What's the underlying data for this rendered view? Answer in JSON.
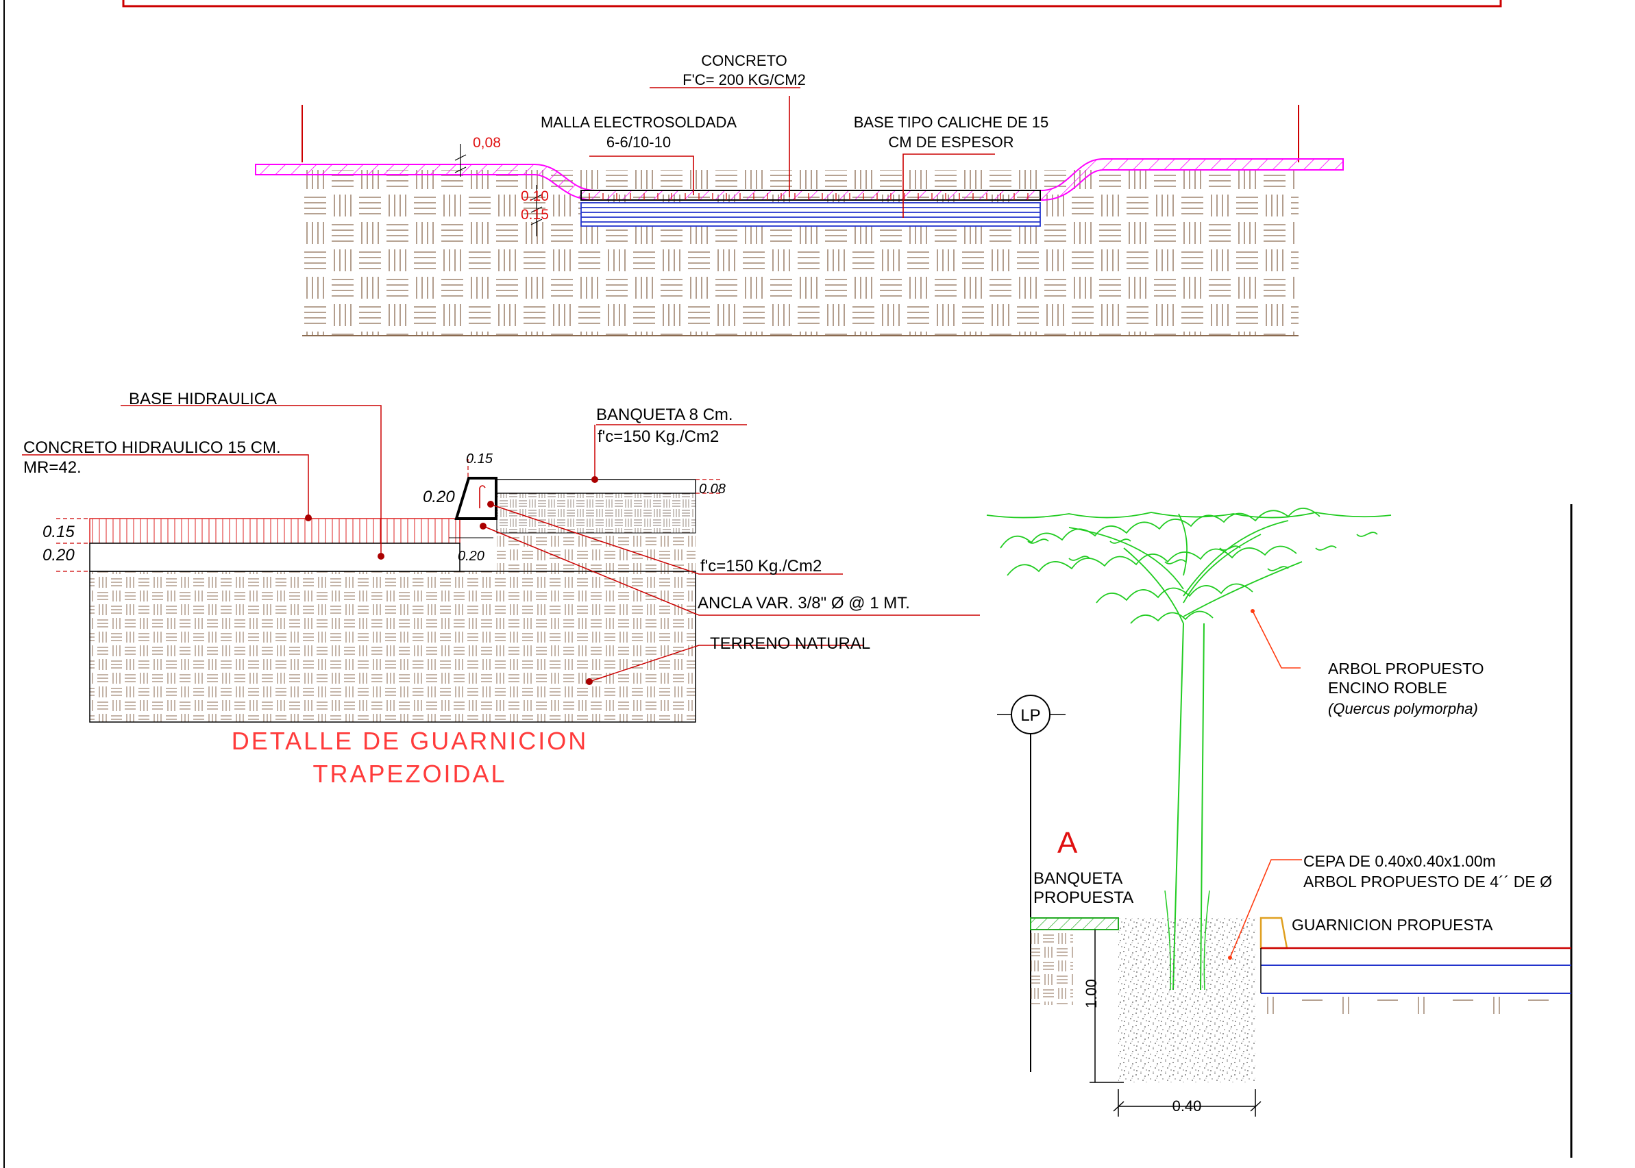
{
  "colors": {
    "leader": "#cc0000",
    "soil": "#8a6a50",
    "concrete_hatch": "#ff00ff",
    "base_lines": "#2233cc",
    "tree": "#22cc22",
    "curb": "#e0a020",
    "title": "#ff3b3b",
    "sidewalk_hatch": "#22aa22"
  },
  "section1": {
    "concreto": "CONCRETO",
    "fc": "F'C= 200 KG/CM2",
    "malla_1": "MALLA ELECTROSOLDADA",
    "malla_2": "6-6/10-10",
    "base_1": "BASE TIPO CALICHE DE 15",
    "base_2": "CM DE ESPESOR",
    "dim_008": "0,08",
    "dim_010": "0.10",
    "dim_015": "0.15"
  },
  "section2": {
    "base_hidraulica": "BASE HIDRAULICA",
    "concreto_hidraulico": "CONCRETO HIDRAULICO 15 CM.",
    "mr": "MR=42.",
    "banqueta": "BANQUETA 8 Cm.",
    "banqueta_fc": "f'c=150 Kg./Cm2",
    "fc_150": "f'c=150 Kg./Cm2",
    "ancla": "ANCLA VAR. 3/8\" Ø @ 1 MT.",
    "terreno": "TERRENO NATURAL",
    "dim_015_top": "0.15",
    "dim_020_curb": "0.20",
    "dim_008": "0.08",
    "dim_015_left": "0.15",
    "dim_020_left": "0.20",
    "dim_020_base": "0.20",
    "title_1": "DETALLE DE GUARNICION",
    "title_2": "TRAPEZOIDAL"
  },
  "section3": {
    "arbol_1": "ARBOL PROPUESTO",
    "arbol_2": "ENCINO ROBLE",
    "arbol_3": "(Quercus polymorpha)",
    "lp": "LP",
    "mark_a": "A",
    "banqueta_1": "BANQUETA",
    "banqueta_2": "PROPUESTA",
    "cepa_1": "CEPA DE 0.40x0.40x1.00m",
    "cepa_2": "ARBOL PROPUESTO DE 4´´ DE Ø",
    "guarnicion": "GUARNICION PROPUESTA",
    "dim_100": "1.00",
    "dim_040": "0.40"
  }
}
